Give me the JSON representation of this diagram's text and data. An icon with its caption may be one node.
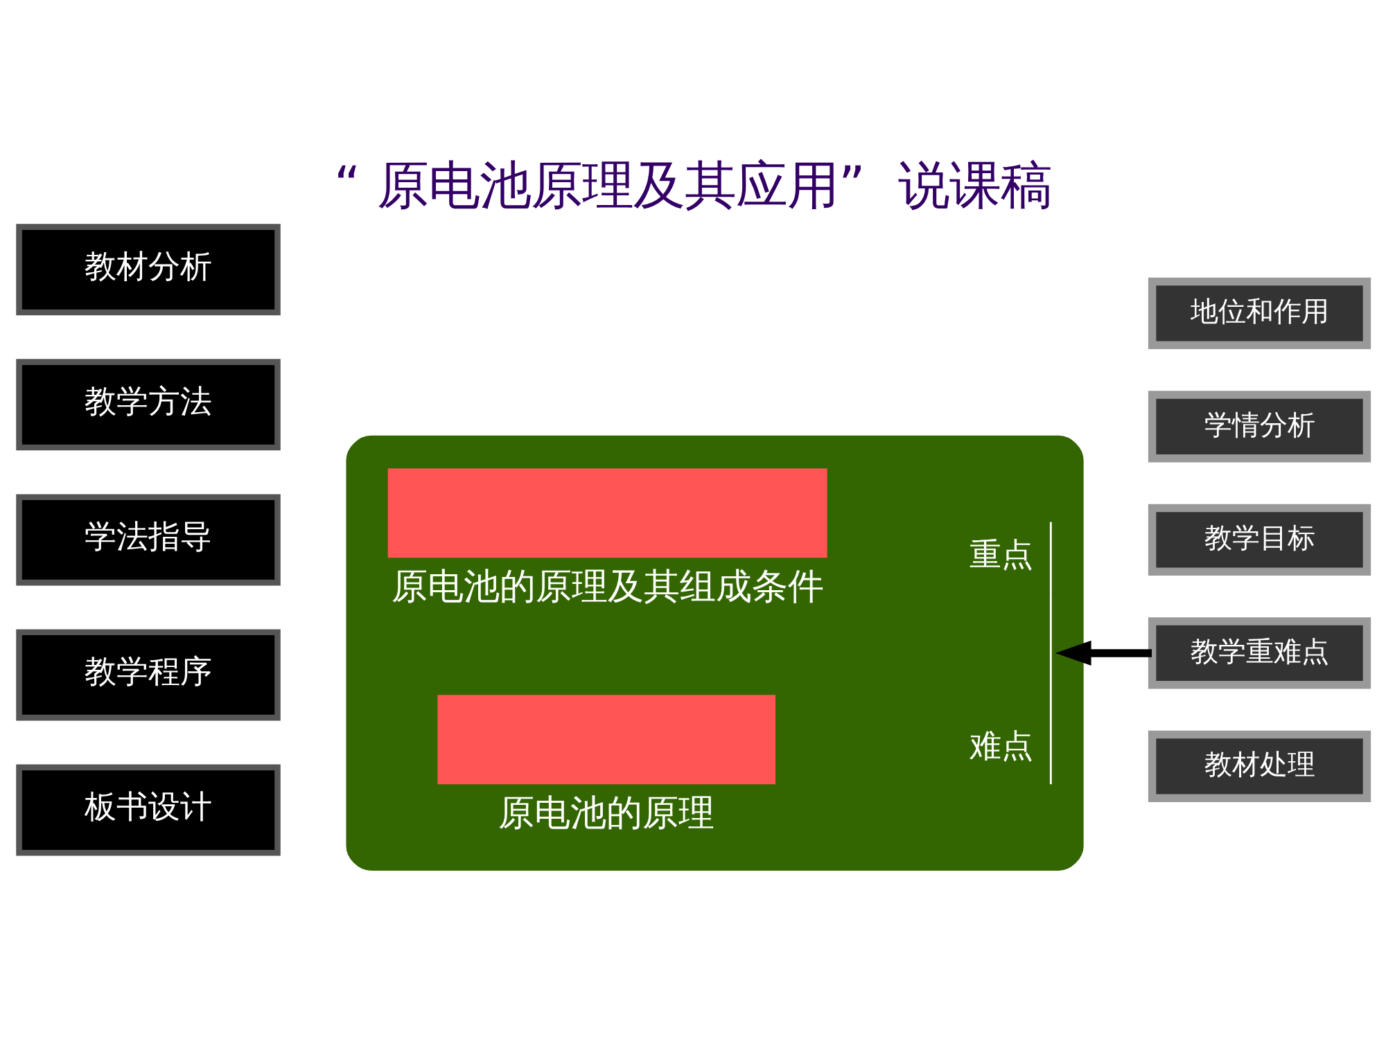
{
  "diagram": {
    "title": "“ 原电池原理及其应用”  说课稿",
    "nodes": [
      {
        "text": [
          "教材分析"
        ]
      },
      {
        "text": [
          "教学方法"
        ]
      },
      {
        "text": [
          "学法指导"
        ]
      },
      {
        "text": [
          "教学程序"
        ]
      },
      {
        "text": [
          "板书设计"
        ]
      },
      {
        "text": [],
        "shape": "box"
      },
      {
        "text": [
          "原电池的原理及其组成条件"
        ],
        "in": 5
      },
      {
        "text": [
          "原电池的原理"
        ],
        "in": 5
      },
      {
        "text": [
          "重点",
          "难点"
        ],
        "in": 5
      },
      {
        "text": [
          "地位和作用"
        ]
      },
      {
        "text": [
          "学情分析"
        ]
      },
      {
        "text": [
          "教学目标"
        ]
      },
      {
        "text": [
          "教学重难点"
        ]
      },
      {
        "text": [
          "教材处理"
        ]
      }
    ],
    "edges": [
      {
        "from": 12,
        "to": 8,
        "arrow": "to"
      }
    ]
  }
}
